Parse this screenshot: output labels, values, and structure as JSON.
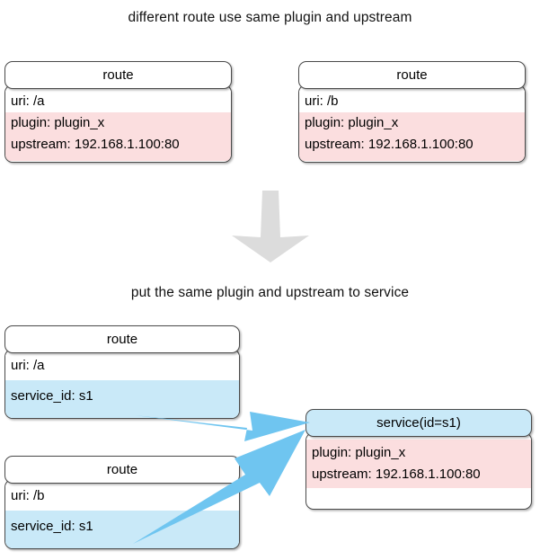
{
  "diagram": {
    "type": "architecture-diagram",
    "title_top": "different route use same plugin and upstream",
    "title_bottom": "put the same plugin and upstream to service",
    "colors": {
      "plugin_upstream_fill": "#fbdedf",
      "service_ref_fill": "#c9e9f8",
      "arrow_blue": "#6fc5f0",
      "transition_arrow_grey": "#dcdcdc",
      "box_border": "#4a4a4a",
      "box_fill": "#ffffff"
    },
    "top_section": {
      "boxes": [
        {
          "header": "route",
          "rows": [
            {
              "text": "uri: /a",
              "fill": "white"
            },
            {
              "text": "plugin: plugin_x",
              "fill": "pink"
            },
            {
              "text": "upstream: 192.168.1.100:80",
              "fill": "pink"
            }
          ]
        },
        {
          "header": "route",
          "rows": [
            {
              "text": "uri: /b",
              "fill": "white"
            },
            {
              "text": "plugin: plugin_x",
              "fill": "pink"
            },
            {
              "text": "upstream: 192.168.1.100:80",
              "fill": "pink"
            }
          ]
        }
      ]
    },
    "bottom_section": {
      "route_boxes": [
        {
          "header": "route",
          "rows": [
            {
              "text": "uri: /a",
              "fill": "white"
            },
            {
              "text": "service_id: s1",
              "fill": "blue"
            }
          ]
        },
        {
          "header": "route",
          "rows": [
            {
              "text": "uri: /b",
              "fill": "white"
            },
            {
              "text": "service_id: s1",
              "fill": "blue"
            }
          ]
        }
      ],
      "service_box": {
        "header": "service(id=s1)",
        "rows": [
          {
            "text": "plugin: plugin_x",
            "fill": "pink"
          },
          {
            "text": "upstream: 192.168.1.100:80",
            "fill": "pink"
          }
        ]
      },
      "connections": [
        {
          "from": "route uri: /a service_id: s1",
          "to": "service(id=s1)"
        },
        {
          "from": "route uri: /b service_id: s1",
          "to": "service(id=s1)"
        }
      ]
    }
  }
}
